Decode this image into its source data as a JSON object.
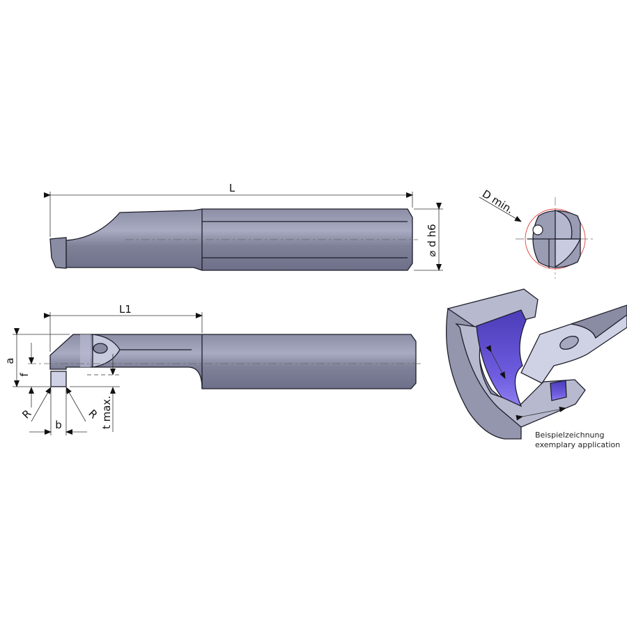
{
  "labels": {
    "L": "L",
    "d_h6": "⌀ d h6",
    "D_min": "D min.",
    "L1": "L1",
    "a": "a",
    "f": "f",
    "R_left": "R",
    "b": "b",
    "R_right": "R",
    "t_max": "t max."
  },
  "caption": {
    "line1": "Beispielzeichnung",
    "line2": "exemplary application"
  },
  "colors": {
    "tool_body": "#7d7f98",
    "tool_light": "#c9cbe0",
    "groove": "#5a4bc8",
    "dmin_circle": "#e0413c"
  }
}
